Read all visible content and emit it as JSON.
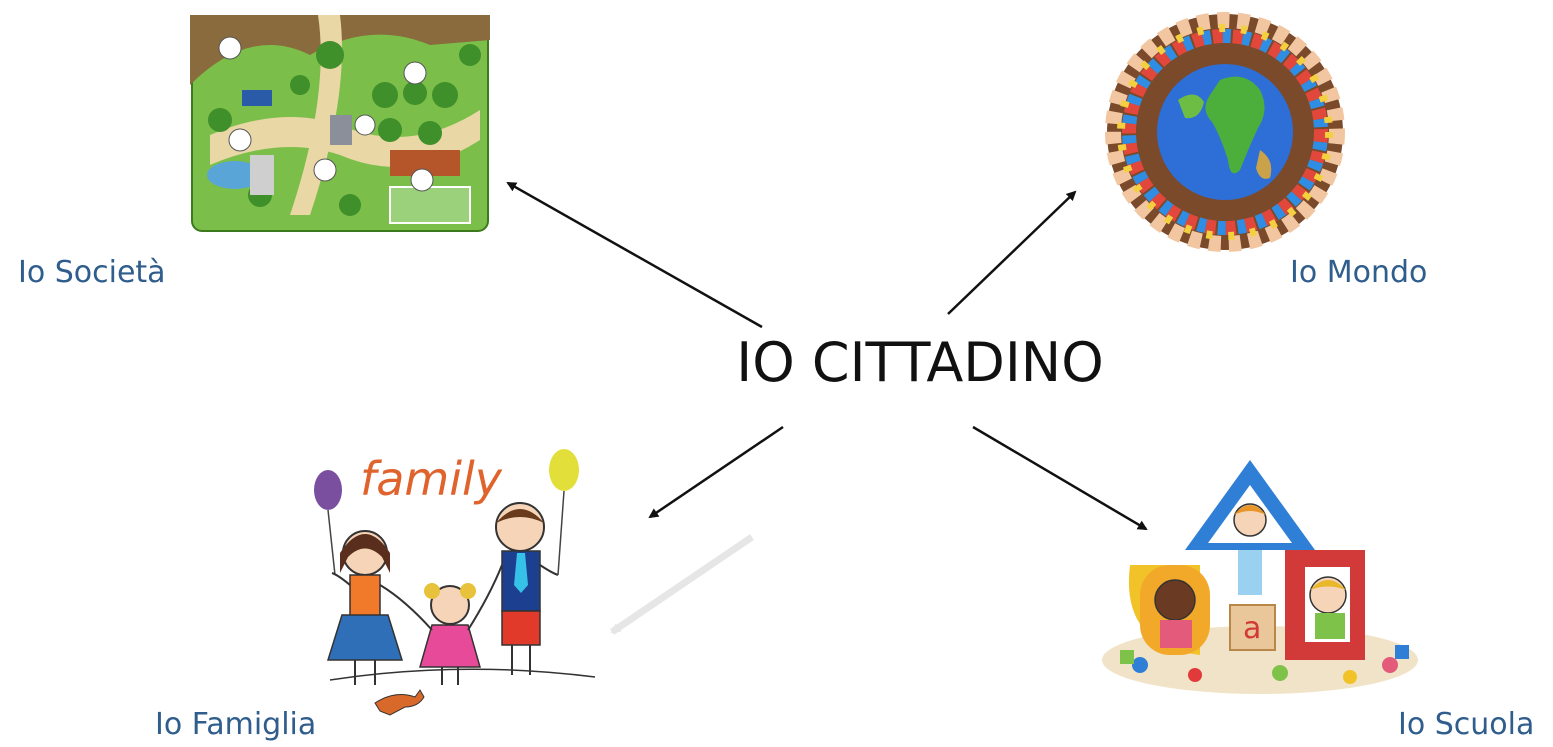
{
  "center": {
    "title": "IO CITTADINO"
  },
  "nodes": {
    "societa": {
      "label": "Io Società",
      "image": "town-map-illustration"
    },
    "mondo": {
      "label": "Io Mondo",
      "image": "children-around-globe-illustration"
    },
    "famiglia": {
      "label": "Io Famiglia",
      "image": "family-drawing-illustration",
      "image_text": "family"
    },
    "scuola": {
      "label": "Io Scuola",
      "image": "children-playing-with-blocks-illustration",
      "block_letter": "a"
    }
  },
  "colors": {
    "label": "#2f5d8c",
    "arrow": "#111111",
    "title": "#111111"
  }
}
